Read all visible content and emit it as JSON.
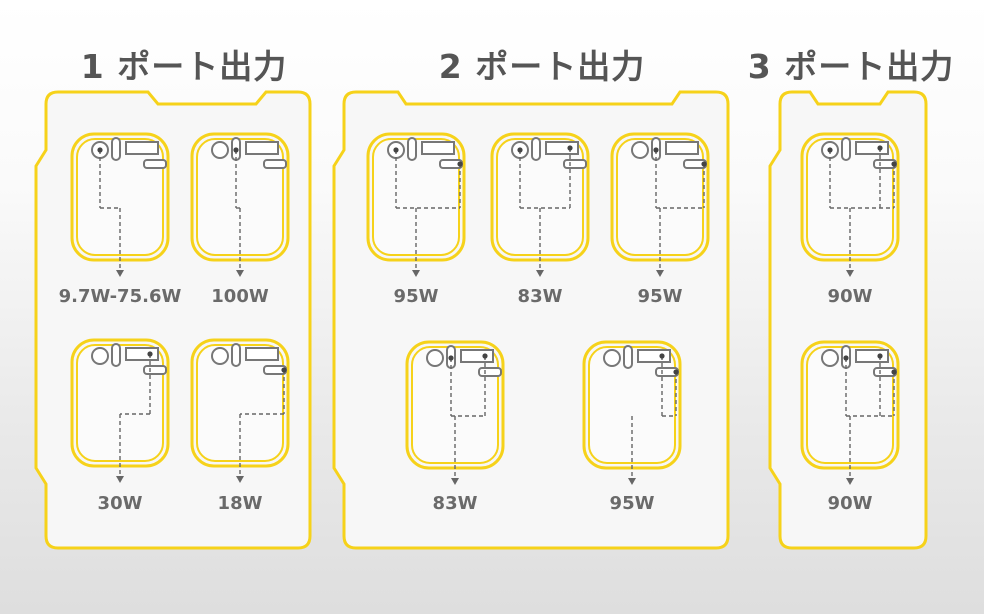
{
  "accent_color": "#f6d21a",
  "panels": [
    {
      "heading": "1 ポート出力",
      "items": [
        {
          "label": "9.7W-75.6W",
          "active_ports": [
            "usb-c1"
          ]
        },
        {
          "label": "100W",
          "active_ports": [
            "usb-c2"
          ]
        },
        {
          "label": "30W",
          "active_ports": [
            "usb-a1"
          ]
        },
        {
          "label": "18W",
          "active_ports": [
            "usb-a2"
          ]
        }
      ]
    },
    {
      "heading": "2 ポート出力",
      "items": [
        {
          "label": "95W",
          "active_ports": [
            "usb-c1",
            "usb-a2"
          ]
        },
        {
          "label": "83W",
          "active_ports": [
            "usb-c1",
            "usb-a1"
          ]
        },
        {
          "label": "95W",
          "active_ports": [
            "usb-c2",
            "usb-a2"
          ]
        },
        {
          "label": "83W",
          "active_ports": [
            "usb-c2",
            "usb-a1"
          ]
        },
        {
          "label": "95W",
          "active_ports": [
            "usb-a1",
            "usb-a2"
          ]
        }
      ]
    },
    {
      "heading": "3 ポート出力",
      "items": [
        {
          "label": "90W",
          "active_ports": [
            "usb-c1",
            "usb-a1",
            "usb-a2"
          ]
        },
        {
          "label": "90W",
          "active_ports": [
            "usb-c2",
            "usb-a1",
            "usb-a2"
          ]
        }
      ]
    }
  ]
}
